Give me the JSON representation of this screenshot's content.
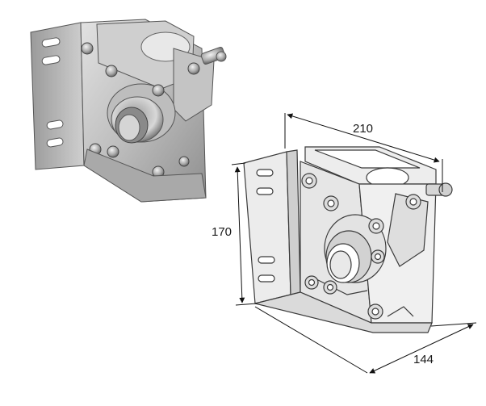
{
  "dimensions": {
    "width": "210",
    "height": "170",
    "depth": "144"
  },
  "colors": {
    "metal_light": "#d9d9d9",
    "metal_mid": "#b5b5b5",
    "metal_dark": "#7c7c7c",
    "outline": "#3a3a3a",
    "dim_line": "#111111"
  }
}
